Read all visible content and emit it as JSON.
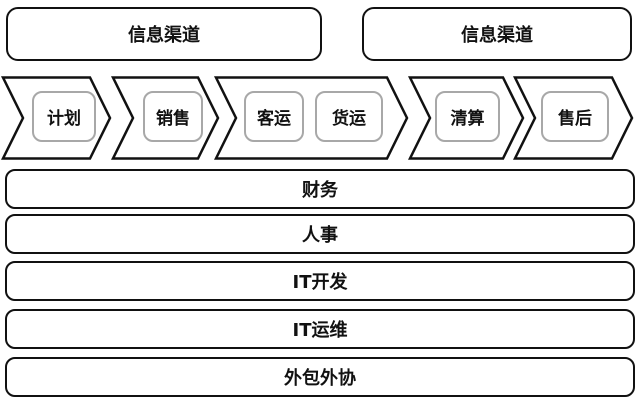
{
  "diagram": {
    "info_channels": [
      {
        "label": "信息渠道"
      },
      {
        "label": "信息渠道"
      }
    ],
    "process_steps": [
      {
        "label": "计划"
      },
      {
        "label": "销售"
      },
      {
        "label": "客运"
      },
      {
        "label": "货运"
      },
      {
        "label": "清算"
      },
      {
        "label": "售后"
      }
    ],
    "support_rows": [
      {
        "label": "财务"
      },
      {
        "label": "人事"
      },
      {
        "label": "IT开发"
      },
      {
        "label": "IT运维"
      },
      {
        "label": "外包外协"
      }
    ],
    "colors": {
      "background": "#ffffff",
      "outline": "#111111",
      "inner_outline": "#a8a8a8",
      "text": "#111111"
    }
  }
}
